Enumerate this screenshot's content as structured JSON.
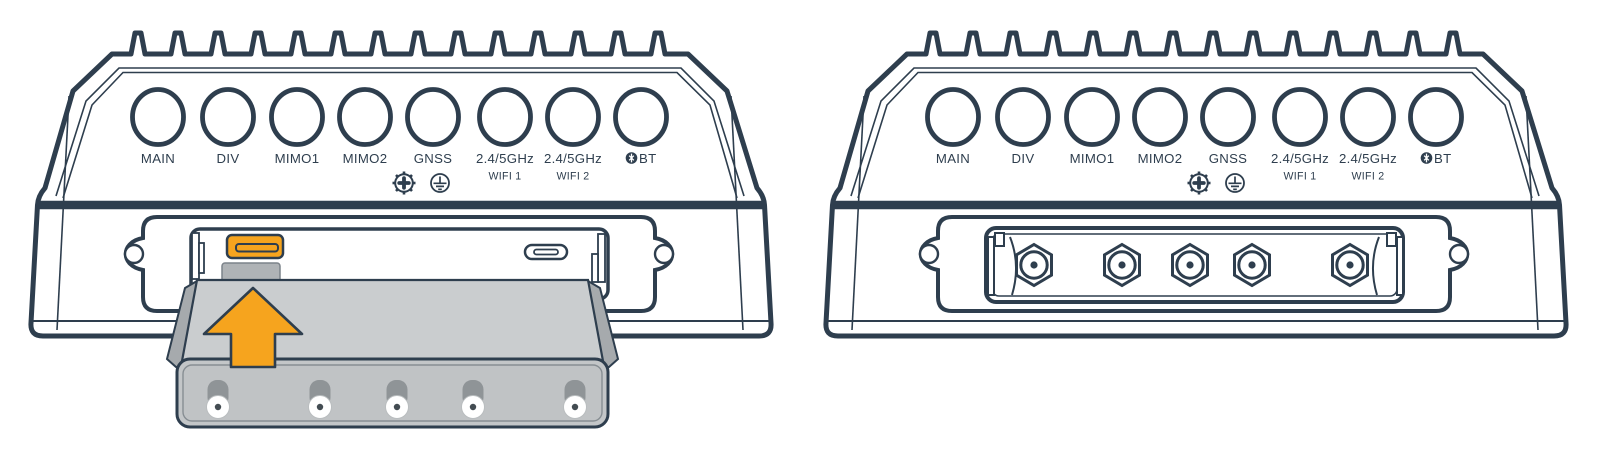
{
  "colors": {
    "line": "#2E3E4E",
    "accent_orange": "#F6A41E",
    "module_gray_light": "#CACDCF",
    "module_gray_mid": "#C3C6C8",
    "module_gray_dark": "#A6AAAD",
    "connector_post_gray": "#8F9497",
    "background": "#FFFFFF"
  },
  "devices": [
    {
      "id": "left-device-module-being-inserted",
      "ports": [
        {
          "label": "MAIN"
        },
        {
          "label": "DIV"
        },
        {
          "label": "MIMO1"
        },
        {
          "label": "MIMO2"
        },
        {
          "label": "GNSS"
        },
        {
          "label": "2.4/5GHz",
          "sublabel": "WIFI 1"
        },
        {
          "label": "2.4/5GHz",
          "sublabel": "WIFI 2"
        },
        {
          "label": "BT"
        }
      ],
      "symbols": [
        "gnss-alignment-icon",
        "protective-earth-icon",
        "bluetooth-icon",
        "insert-up-arrow"
      ]
    },
    {
      "id": "right-device-module-installed",
      "ports": [
        {
          "label": "MAIN"
        },
        {
          "label": "DIV"
        },
        {
          "label": "MIMO1"
        },
        {
          "label": "MIMO2"
        },
        {
          "label": "GNSS"
        },
        {
          "label": "2.4/5GHz",
          "sublabel": "WIFI 1"
        },
        {
          "label": "2.4/5GHz",
          "sublabel": "WIFI 2"
        },
        {
          "label": "BT"
        }
      ],
      "symbols": [
        "gnss-alignment-icon",
        "protective-earth-icon",
        "bluetooth-icon"
      ]
    }
  ]
}
